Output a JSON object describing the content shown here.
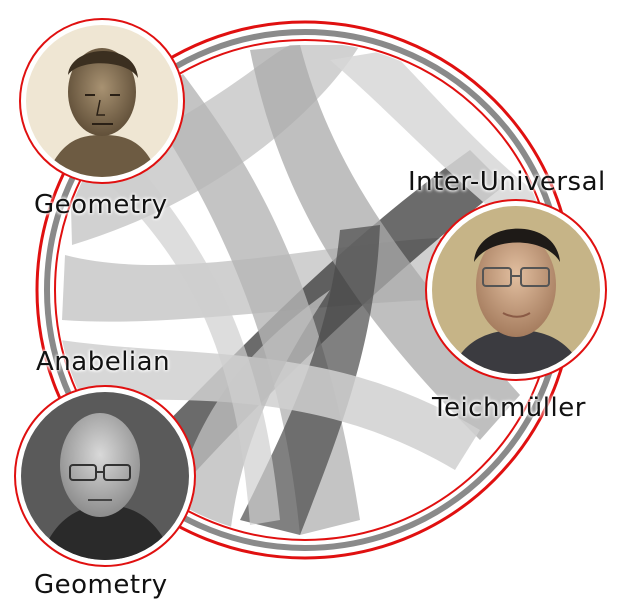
{
  "labels": {
    "geometry_top": "Geometry",
    "inter_universal": "Inter-Universal",
    "anabelian": "Anabelian",
    "teichmuller": "Teichmüller",
    "geometry_bottom": "Geometry"
  },
  "portraits": [
    {
      "name": "classical-bust-portrait",
      "style": "sepia-engraving"
    },
    {
      "name": "glasses-man-color-portrait",
      "style": "color-photo"
    },
    {
      "name": "bald-man-bw-portrait",
      "style": "black-and-white-photo"
    }
  ],
  "colors": {
    "accent_ring": "#e01010",
    "grey_ring": "#8a8a8a",
    "band_dark": "#3a3a3a",
    "band_light": "#c8c8c8"
  }
}
